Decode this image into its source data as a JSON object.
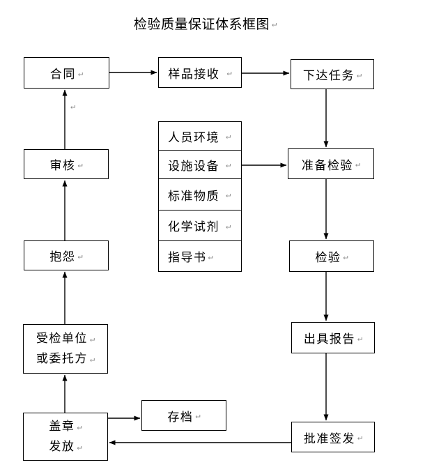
{
  "page": {
    "title": "检验质量保证体系框图",
    "background": "#ffffff"
  },
  "marks": {
    "pilcrow": "↵"
  },
  "colors": {
    "line": "#000000",
    "text": "#000000",
    "pilcrow": "#8e8e8e"
  },
  "nodes": {
    "contract": {
      "label": "合同"
    },
    "sample_receipt": {
      "label": "样品接收"
    },
    "assign_task": {
      "label": "下达任务"
    },
    "review": {
      "label": "审核"
    },
    "resources": {
      "items": [
        "人员环境",
        "设施设备",
        "标准物质",
        "化学试剂",
        "指导书"
      ]
    },
    "prepare_inspection": {
      "label": "准备检验"
    },
    "complaint": {
      "label": "抱怨"
    },
    "inspection": {
      "label": "检验"
    },
    "client": {
      "line1": "受检单位",
      "line2": "或委托方"
    },
    "issue_report": {
      "label": "出具报告"
    },
    "archive": {
      "label": "存档"
    },
    "stamp_issue": {
      "line1": "盖章",
      "line2": "发放"
    },
    "approve_sign": {
      "label": "批准签发"
    }
  },
  "edges": [
    {
      "from": "contract",
      "to": "sample_receipt"
    },
    {
      "from": "sample_receipt",
      "to": "assign_task"
    },
    {
      "from": "assign_task",
      "to": "prepare_inspection"
    },
    {
      "from": "resources",
      "to": "prepare_inspection"
    },
    {
      "from": "prepare_inspection",
      "to": "inspection"
    },
    {
      "from": "inspection",
      "to": "issue_report"
    },
    {
      "from": "issue_report",
      "to": "approve_sign"
    },
    {
      "from": "approve_sign",
      "to": "stamp_issue"
    },
    {
      "from": "stamp_issue",
      "to": "archive"
    },
    {
      "from": "stamp_issue",
      "to": "client"
    },
    {
      "from": "client",
      "to": "complaint"
    },
    {
      "from": "complaint",
      "to": "review"
    },
    {
      "from": "review",
      "to": "contract"
    }
  ]
}
